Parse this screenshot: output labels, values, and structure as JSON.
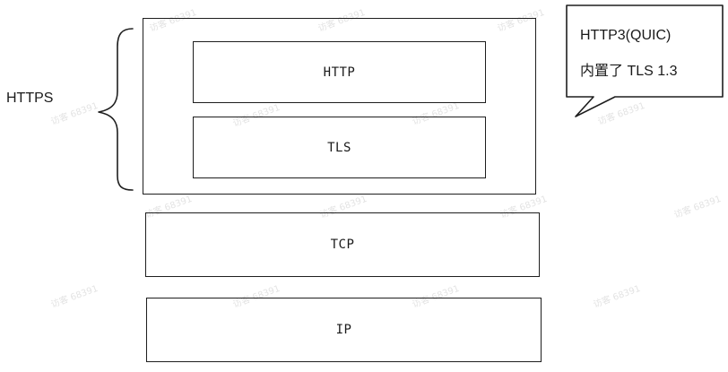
{
  "diagram": {
    "group_label": "HTTPS",
    "layers": {
      "http": "HTTP",
      "tls": "TLS",
      "tcp": "TCP",
      "ip": "IP"
    },
    "callout": {
      "line1": "HTTP3(QUIC)",
      "line2": "内置了 TLS 1.3"
    }
  },
  "watermark": {
    "text": "访客 68391"
  }
}
